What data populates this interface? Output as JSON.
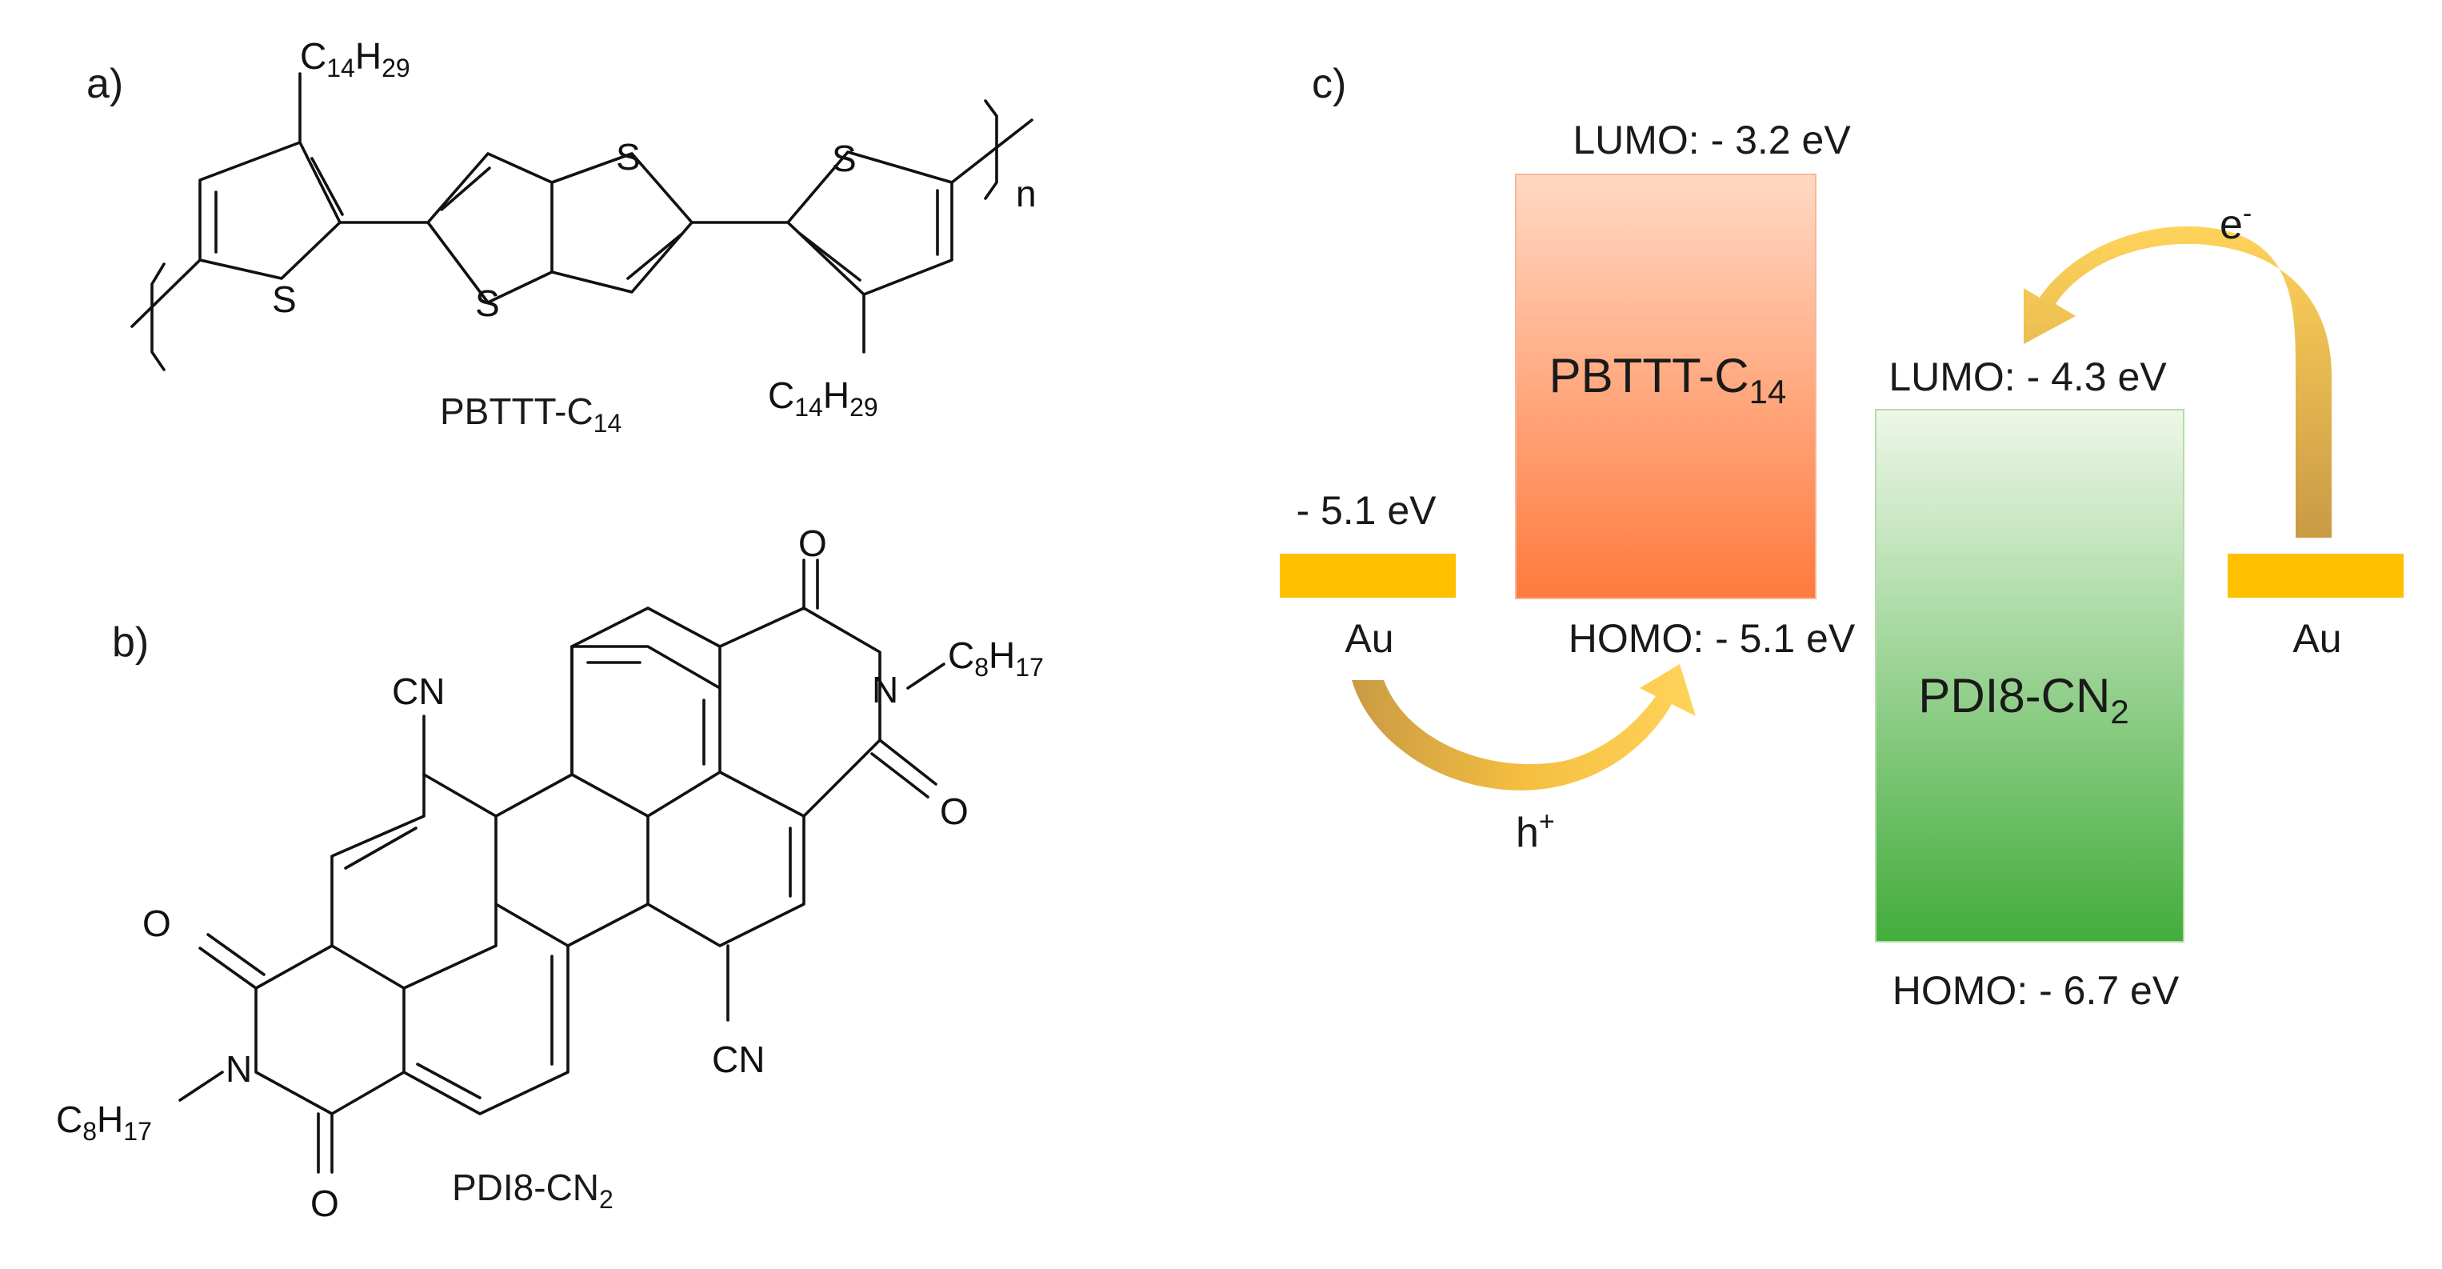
{
  "panels": {
    "a": {
      "label": "a)",
      "name": "PBTTT-C",
      "name_sub": "14",
      "sidechain": "C",
      "sidechain_sub1": "14",
      "sidechain_h": "H",
      "sidechain_sub2": "29",
      "atom_s": "S",
      "repeat": "n"
    },
    "b": {
      "label": "b)",
      "name": "PDI8-CN",
      "name_sub": "2",
      "cn": "CN",
      "oxygen": "O",
      "nitrogen": "N",
      "chain": "C",
      "chain_sub1": "8",
      "chain_h": "H",
      "chain_sub2": "17"
    },
    "c": {
      "label": "c)"
    }
  },
  "energy_diagram": {
    "pbttt": {
      "name": "PBTTT-C",
      "name_sub": "14",
      "lumo_label": "LUMO: - 3.2 eV",
      "homo_label": "HOMO: - 5.1 eV",
      "color_top": "#ff7a3d",
      "color_bottom": "#ffd9c4"
    },
    "pdi": {
      "name": "PDI8-CN",
      "name_sub": "2",
      "lumo_label": "LUMO: - 4.3 eV",
      "homo_label": "HOMO: - 6.7 eV",
      "color_top": "#e8f4e2",
      "color_bottom": "#46b03f"
    },
    "electrode_left": {
      "label": "Au",
      "level": "- 5.1 eV"
    },
    "electrode_right": {
      "label": "Au"
    },
    "hole": {
      "label": "h",
      "sup": "+"
    },
    "electron": {
      "label": "e",
      "sup": "-"
    },
    "arrow_color": "#f2b43a",
    "electrode_color": "#ffc000"
  }
}
